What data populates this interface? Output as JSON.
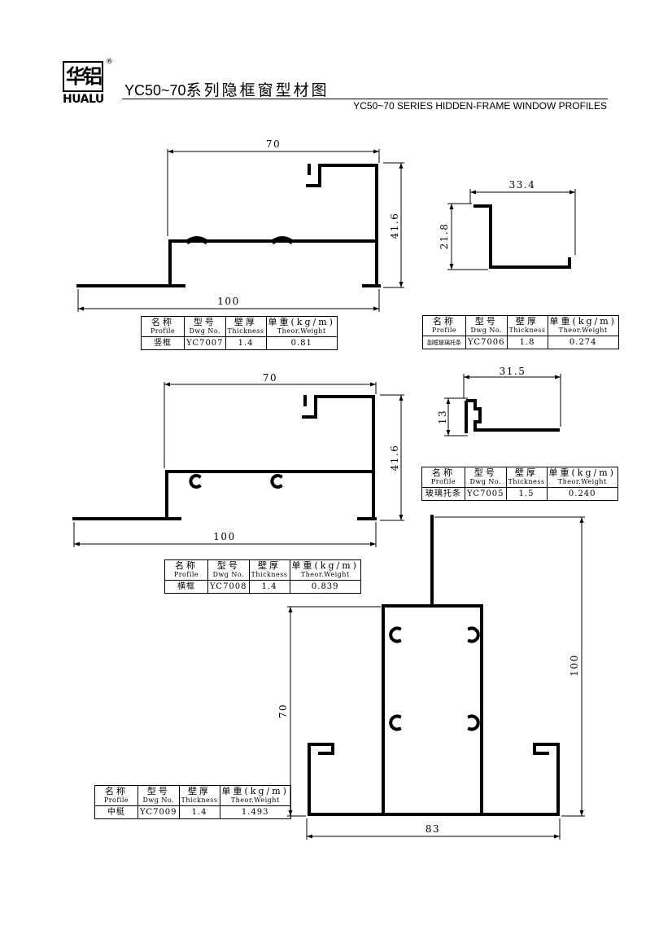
{
  "header": {
    "logo_cn": "华铝",
    "logo_en": "HUALU",
    "registered": "®",
    "title_code": "YC50~70",
    "title_cn": "系列隐框窗型材图",
    "title_en": "YC50~70 SERIES HIDDEN-FRAME WINDOW PROFILES"
  },
  "table_headers": {
    "profile_cn": "名称",
    "profile_en": "Profile",
    "dwg_cn": "型号",
    "dwg_en": "Dwg No.",
    "thick_cn": "壁厚",
    "thick_en": "Thickness",
    "weight_cn": "单重(kg/m)",
    "weight_en": "Theor.Weight"
  },
  "profiles": [
    {
      "profile": "竖框",
      "dwg": "YC7007",
      "thickness": "1.4",
      "weight": "0.81"
    },
    {
      "profile": "副框玻璃托条",
      "dwg": "YC7006",
      "thickness": "1.8",
      "weight": "0.274"
    },
    {
      "profile": "横框",
      "dwg": "YC7008",
      "thickness": "1.4",
      "weight": "0.839"
    },
    {
      "profile": "玻璃托条",
      "dwg": "YC7005",
      "thickness": "1.5",
      "weight": "0.240"
    },
    {
      "profile": "中梃",
      "dwg": "YC7009",
      "thickness": "1.4",
      "weight": "1.493"
    }
  ],
  "dimensions": {
    "yc7007_width": "70",
    "yc7007_height": "41.6",
    "yc7007_base": "100",
    "yc7006_width": "33.4",
    "yc7006_height": "21.8",
    "yc7008_width": "70",
    "yc7008_height": "41.6",
    "yc7008_base": "100",
    "yc7005_width": "31.5",
    "yc7005_height": "13",
    "yc7009_height_left": "70",
    "yc7009_height_right": "100",
    "yc7009_width": "83"
  }
}
